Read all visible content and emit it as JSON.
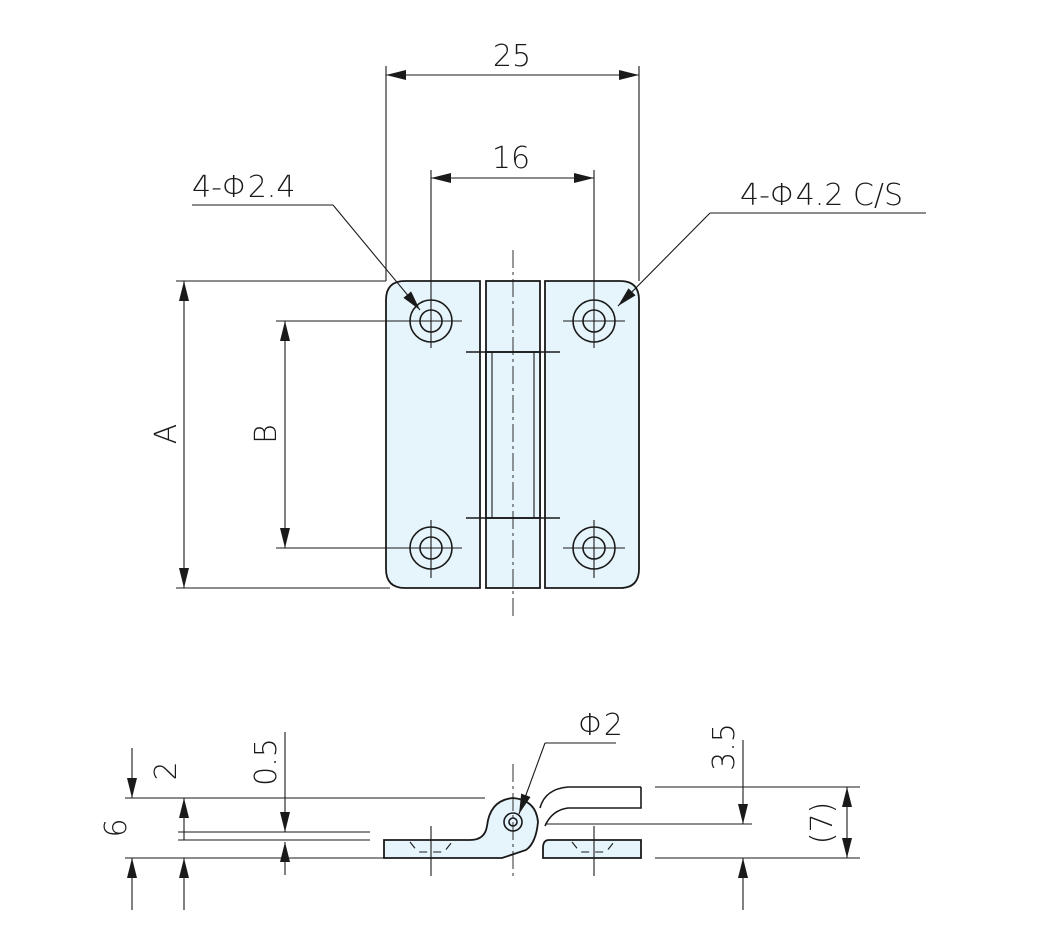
{
  "top_view": {
    "width_overall": "25",
    "hole_spacing": "16",
    "hole_callout_left": "4-Φ2.4",
    "hole_callout_right": "4-Φ4.2 C/S",
    "height_label_a": "A",
    "height_label_b": "B"
  },
  "side_view": {
    "pin_diameter": "Φ2",
    "total_thickness": "6",
    "leaf_offset": "2",
    "gap": "0.5",
    "knuckle_height": "3.5",
    "reference_height": "(7)"
  },
  "colors": {
    "part_fill": "#e6f4fb",
    "line": "#1a1a1a"
  }
}
